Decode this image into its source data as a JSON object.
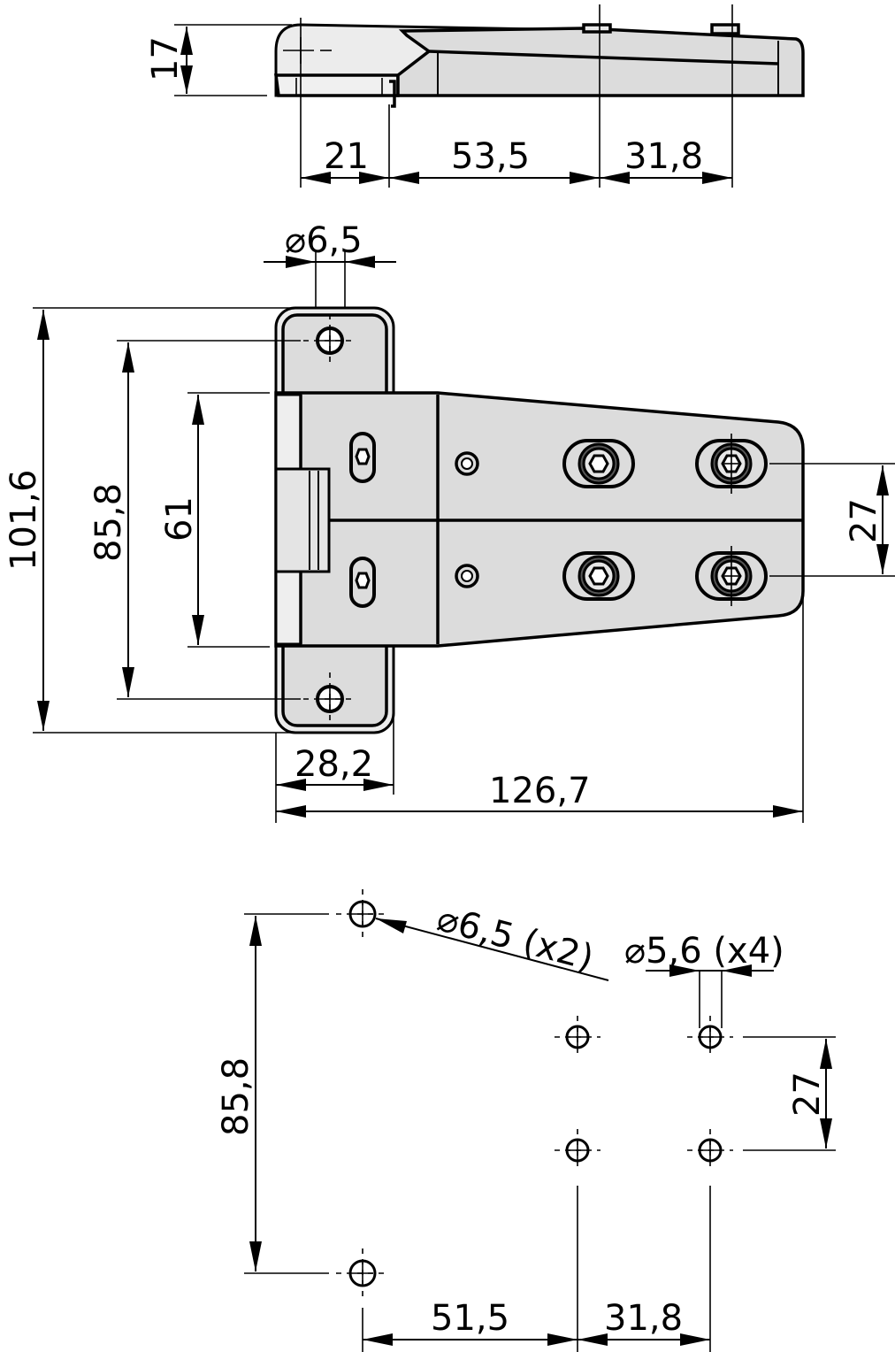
{
  "drawing": {
    "title": "Hinge dimension drawing",
    "units": "mm",
    "colors": {
      "line": "#000000",
      "body_fill": "#dcdcdc",
      "light_fill": "#ececec",
      "background": "#ffffff"
    }
  },
  "side_view": {
    "height": "17",
    "segment_1": "21",
    "segment_2": "53,5",
    "segment_3": "31,8"
  },
  "front_view": {
    "hole_diameter": "⌀6,5",
    "overall_height": "101,6",
    "hole_spacing": "85,8",
    "body_height": "61",
    "screw_spacing": "27",
    "leaf_width": "28,2",
    "overall_width": "126,7"
  },
  "hole_pattern": {
    "large_holes": "⌀6,5 (x2)",
    "small_holes": "⌀5,6 (x4)",
    "vertical_spacing": "85,8",
    "small_spacing": "27",
    "horizontal_1": "51,5",
    "horizontal_2": "31,8"
  }
}
